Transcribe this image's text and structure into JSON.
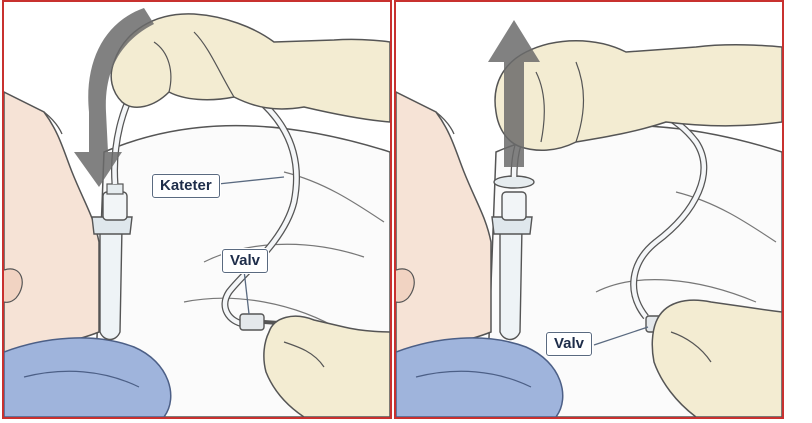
{
  "labels": {
    "catheter": "Kateter",
    "valve_left": "Valv",
    "valve_right": "Valv"
  },
  "colors": {
    "frame": "#c8312f",
    "label_text": "#1e2d4a",
    "pillow": "#9fb4dc",
    "skin": "#f6e3d6",
    "glove": "#f3ecd2",
    "arrow": "#6b6b6b"
  }
}
